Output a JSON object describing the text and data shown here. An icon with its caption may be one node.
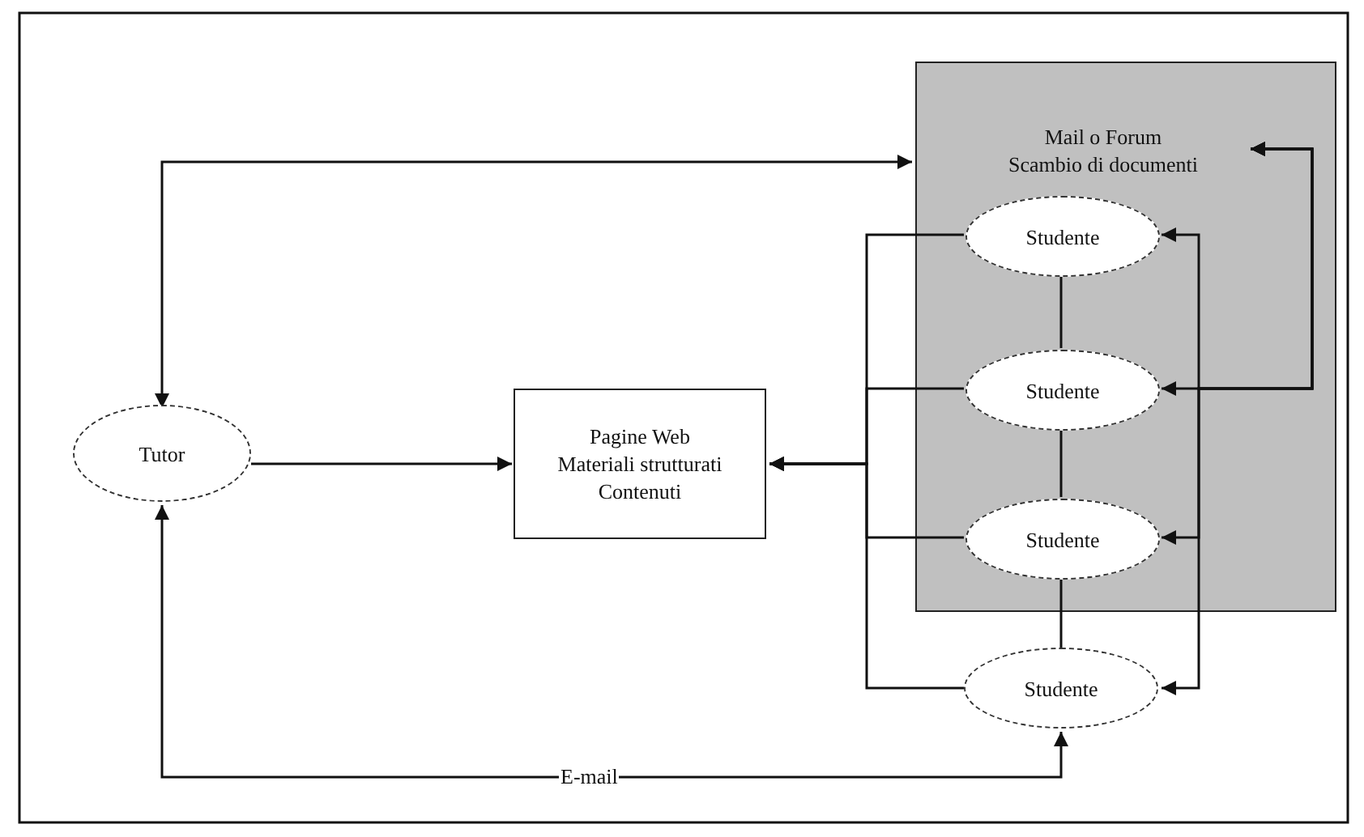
{
  "diagram": {
    "nodes": [
      {
        "text": [
          "Tutor"
        ]
      },
      {
        "text": [
          "Pagine Web",
          "Materiali strutturati",
          "Contenuti"
        ]
      },
      {
        "text": [],
        "shape": "box"
      },
      {
        "text": [
          "Mail o Forum",
          "Scambio di documenti"
        ],
        "in": 2
      },
      {
        "text": [
          "Studente"
        ],
        "in": 2
      },
      {
        "text": [
          "Studente"
        ],
        "in": 2
      },
      {
        "text": [
          "Studente"
        ],
        "in": 2
      },
      {
        "text": [
          "Studente"
        ]
      }
    ],
    "edges": [
      {
        "from": 0,
        "to": 2,
        "arrow": "both"
      },
      {
        "from": 0,
        "to": 1,
        "arrow": "to"
      },
      {
        "from": 4,
        "to": 1,
        "arrow": "to"
      },
      {
        "from": 5,
        "to": 1,
        "arrow": "to"
      },
      {
        "from": 6,
        "to": 1,
        "arrow": "to"
      },
      {
        "from": 7,
        "to": 1,
        "arrow": "to"
      },
      {
        "from": 4,
        "to": 5,
        "arrow": "none"
      },
      {
        "from": 5,
        "to": 6,
        "arrow": "none"
      },
      {
        "from": 6,
        "to": 7,
        "arrow": "none"
      },
      {
        "from": 0,
        "to": 7,
        "arrow": "both",
        "label": "E-mail"
      },
      {
        "from": 3,
        "to": 4,
        "arrow": "both"
      },
      {
        "from": 3,
        "to": 5,
        "arrow": "both"
      },
      {
        "from": 3,
        "to": 6,
        "arrow": "both"
      },
      {
        "from": 3,
        "to": 7,
        "arrow": "both"
      }
    ]
  }
}
